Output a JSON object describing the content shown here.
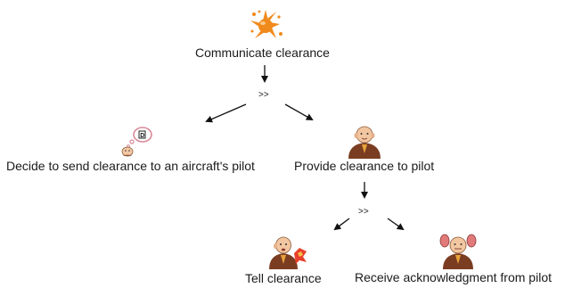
{
  "diagram": {
    "root": {
      "label": "Communicate clearance",
      "icon": "splat-icon",
      "operator": ">>"
    },
    "left_child": {
      "label": "Decide to send clearance to an aircraft's pilot",
      "icon": "thinking-user-icon"
    },
    "right_child": {
      "label": "Provide clearance to pilot",
      "icon": "user-icon",
      "operator": ">>"
    },
    "grandchild_left": {
      "label": "Tell clearance",
      "icon": "user-speaking-icon"
    },
    "grandchild_right": {
      "label": "Receive acknowledgment from pilot",
      "icon": "user-listening-icon"
    }
  }
}
